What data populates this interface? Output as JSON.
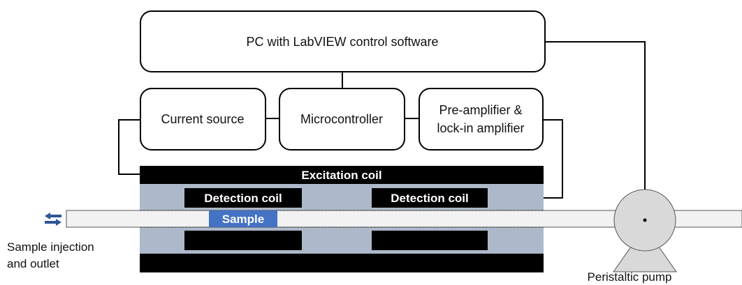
{
  "pc_box": {
    "label": "PC with LabVIEW control software"
  },
  "modules": [
    {
      "label": "Current source"
    },
    {
      "label": "Microcontroller"
    },
    {
      "label_line1": "Pre-amplifier &",
      "label_line2": "lock-in amplifier"
    }
  ],
  "coils": {
    "excitation": "Excitation coil",
    "detection_left": "Detection coil",
    "detection_right": "Detection coil"
  },
  "sample": {
    "label": "Sample"
  },
  "labels": {
    "injection_line1": "Sample injection",
    "injection_line2": "and outlet",
    "pump": "Peristaltic pump"
  },
  "icons": {
    "injection": "bidirectional-arrow-icon"
  },
  "colors": {
    "coil": "#000000",
    "coil_gap": "#adb9ca",
    "sample": "#4472c4",
    "tube": "#f2f2f2",
    "pump": "#d9d9d9",
    "box_stroke": "#000000"
  }
}
